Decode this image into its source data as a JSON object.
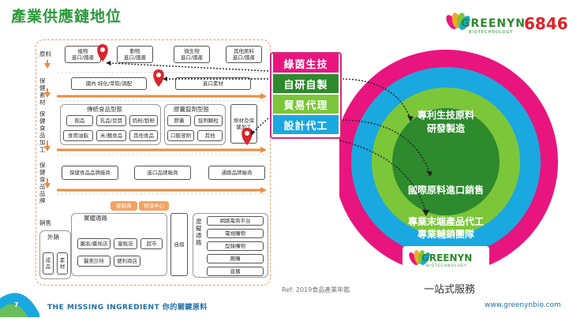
{
  "title": "產業供應鏈地位",
  "brand": {
    "name": "GREENYN",
    "sub": "BIOTECHNOLOGY",
    "code": "6846",
    "code_color": "#e0202a"
  },
  "left": {
    "rows": [
      "原料",
      "保健素材",
      "保健食品加工",
      "保健食品品牌",
      "銷售"
    ],
    "raw": [
      "植物",
      "動物",
      "微生物",
      "其他原料"
    ],
    "raw_sub": [
      "進口/國產",
      "進口/國產",
      "進口/國產",
      "進口/國產"
    ],
    "domestic": "國內 純化/萃取/調配",
    "import_material": "進口素材",
    "trad_title": "傳統食品型態",
    "trad_items": [
      "飲品",
      "乳品/豆漿",
      "奶粉/穀粉",
      "食用油脂",
      "米/麵食品",
      "其他食品"
    ],
    "caps_title": "膠囊錠劑型態",
    "caps_items": [
      "膠囊",
      "錠劑顆粒",
      "口服液劑",
      "其他"
    ],
    "other_form": "劑材及保健加工",
    "brands": [
      "保健食品品牌廠商",
      "進口品牌廠商",
      "通路品牌廠商"
    ],
    "distributor": "經銷商",
    "logistics": "物流中心",
    "physical_title": "實體通路",
    "physical_items": [
      "藥妝/藥局店",
      "量販店",
      "超市",
      "醫美診所",
      "便利商店"
    ],
    "self_sales": "自銷",
    "virtual_title": "虛擬通路",
    "virtual_items": [
      "網路電商平台",
      "電視購物",
      "型錄購物",
      "團購",
      "直播"
    ],
    "export_title": "外銷",
    "export_items": [
      "成品",
      "素材"
    ]
  },
  "legend": [
    {
      "label": "綠茵生技",
      "color": "#e8157e"
    },
    {
      "label": "自研自製",
      "color": "#2d8a2d"
    },
    {
      "label": "貿易代理",
      "color": "#7cc63a"
    },
    {
      "label": "設計代工",
      "color": "#1aa8e0"
    }
  ],
  "rings": {
    "inner": "專利生技原料\n研發製造",
    "middle": "國際原料進口銷售",
    "outer1": "專業末端產品代工",
    "outer2": "專業輔銷團隊"
  },
  "onestop": "一站式服務",
  "ref": "Ref: 2019食品產業年鑑",
  "page_number": "7",
  "tagline": "THE MISSING INGREDIENT  你的關鍵原料",
  "website": "www.greenynbio.com"
}
